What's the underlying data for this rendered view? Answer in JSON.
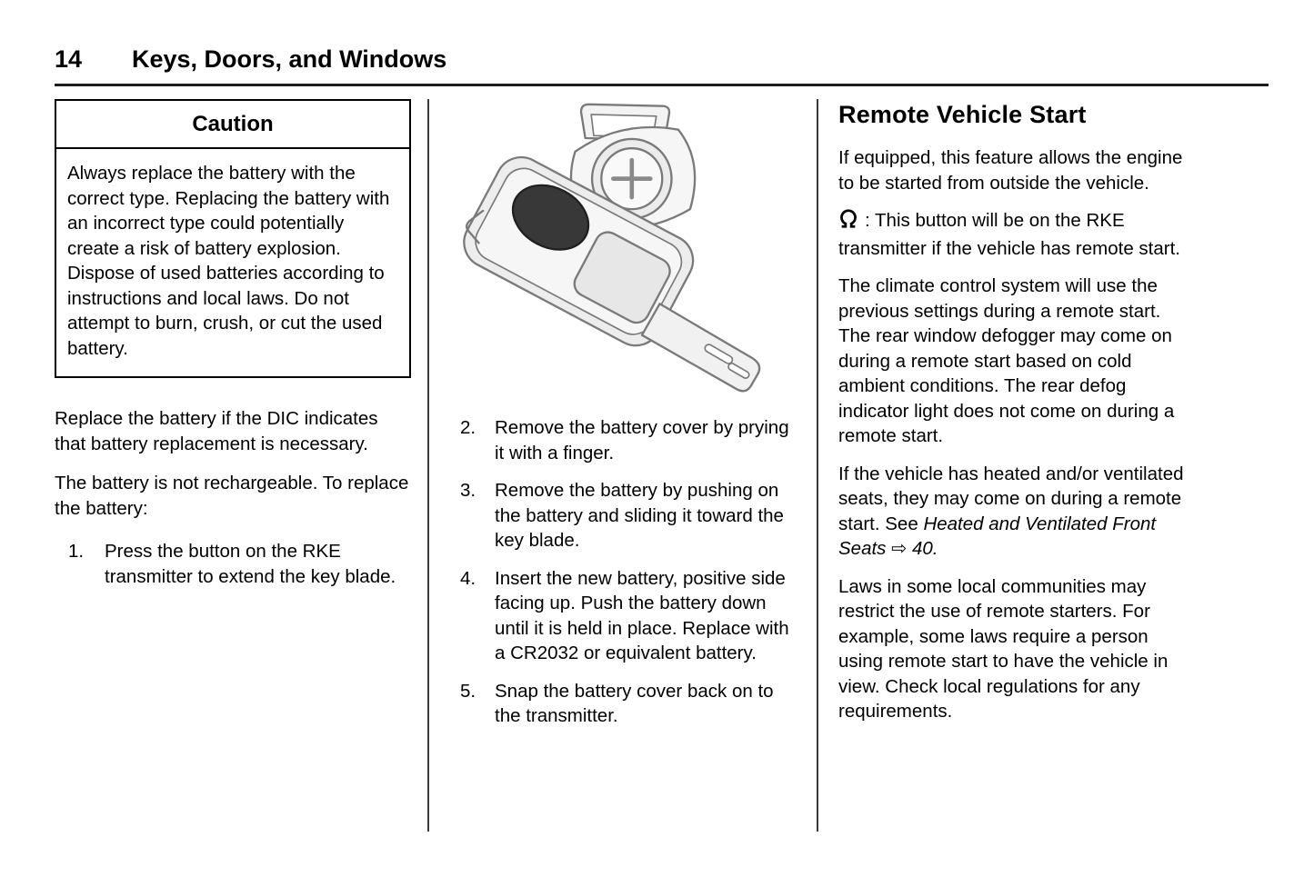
{
  "header": {
    "page_number": "14",
    "chapter_title": "Keys, Doors, and Windows"
  },
  "left": {
    "caution": {
      "title": "Caution",
      "body": "Always replace the battery with the correct type. Replacing the battery with an incorrect type could potentially create a risk of battery explosion. Dispose of used batteries according to instructions and local laws. Do not attempt to burn, crush, or cut the used battery."
    },
    "para1": "Replace the battery if the DIC indicates that battery replacement is necessary.",
    "para2": "The battery is not rechargeable. To replace the battery:",
    "steps": [
      {
        "num": "1.",
        "text": "Press the button on the RKE transmitter to extend the key blade."
      }
    ]
  },
  "middle": {
    "figure_name": "rke-transmitter-battery-replacement-illustration",
    "steps": [
      {
        "num": "2.",
        "text": "Remove the battery cover by prying it with a finger."
      },
      {
        "num": "3.",
        "text": "Remove the battery by pushing on the battery and sliding it toward the key blade."
      },
      {
        "num": "4.",
        "text": "Insert the new battery, positive side facing up. Push the battery down until it is held in place. Replace with a CR2032 or equivalent battery."
      },
      {
        "num": "5.",
        "text": "Snap the battery cover back on to the transmitter."
      }
    ]
  },
  "right": {
    "heading": "Remote Vehicle Start",
    "para1": "If equipped, this feature allows the engine to be started from outside the vehicle.",
    "icon_para": ": This button will be on the RKE transmitter if the vehicle has remote start.",
    "para2": "The climate control system will use the previous settings during a remote start. The rear window defogger may come on during a remote start based on cold ambient conditions. The rear defog indicator light does not come on during a remote start.",
    "see": {
      "prefix": "If the vehicle has heated and/or ventilated seats, they may come on during a remote start. See ",
      "ref": "Heated and Ventilated Front Seats",
      "arrow": " ⇨ ",
      "page": "40."
    },
    "para3": "Laws in some local communities may restrict the use of remote starters. For example, some laws require a person using remote start to have the vehicle in view. Check local regulations for any requirements."
  },
  "icons": {
    "remote_start": "circular-arrow-remote-start-symbol",
    "page_reference_arrow": "⇨"
  },
  "colors": {
    "text": "#000000",
    "rule": "#1c1c1c",
    "battery_fill": "#383838"
  }
}
